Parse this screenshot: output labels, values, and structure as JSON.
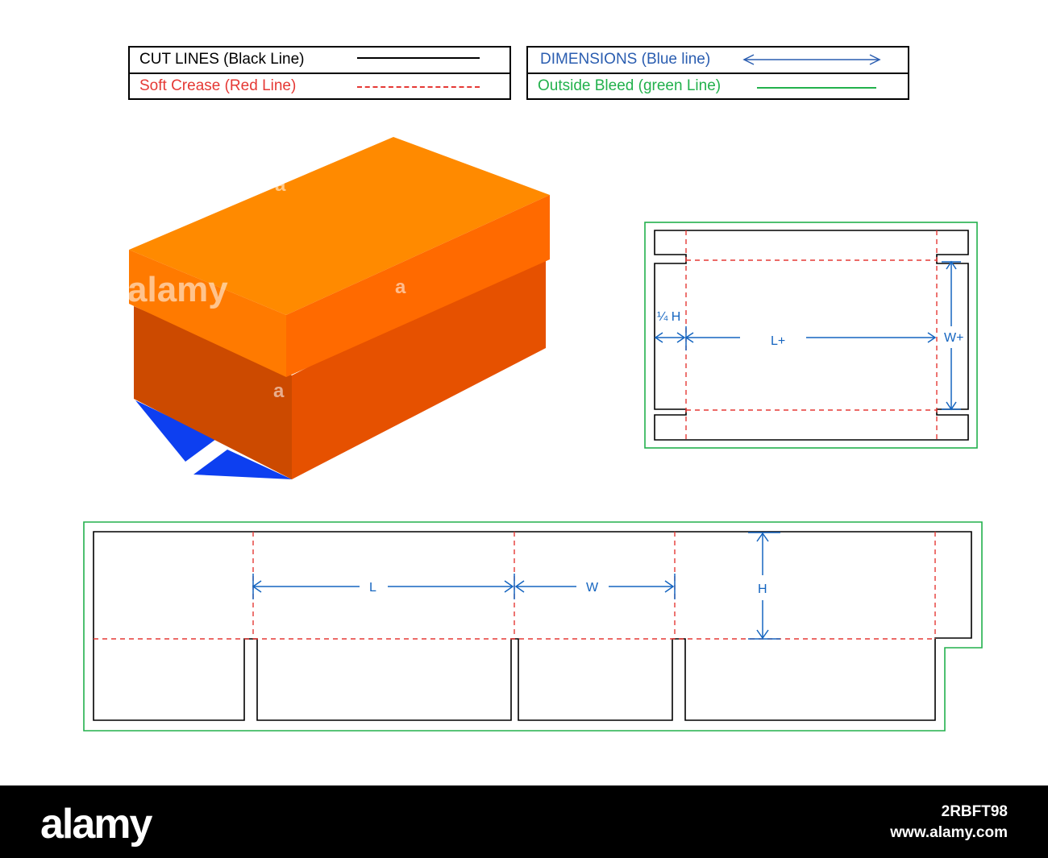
{
  "legend": {
    "cut_lines": "CUT LINES (Black Line)",
    "soft_crease": "Soft Crease (Red Line)",
    "dimensions": "DIMENSIONS (Blue line)",
    "outside_bleed": "Outside Bleed (green Line)"
  },
  "colors": {
    "cut": "#000000",
    "crease": "#e53935",
    "dimension": "#1565c0",
    "bleed": "#22b14c",
    "box_lid_top": "#ff8a00",
    "box_lid_front": "#ff7a00",
    "box_lid_side": "#ff6a00",
    "box_base_front": "#e65100",
    "box_base_side": "#cc4a00",
    "box_flap": "#0d3ff0"
  },
  "lid_dieline": {
    "quarter_h_label": "¼ H",
    "length_label": "L+",
    "width_label": "W+"
  },
  "base_dieline": {
    "length_label": "L",
    "width_label": "W",
    "height_label": "H"
  },
  "watermark": {
    "text": "alamy",
    "letter": "a"
  },
  "footer": {
    "logo": "alamy",
    "image_id": "2RBFT98",
    "url": "www.alamy.com"
  }
}
